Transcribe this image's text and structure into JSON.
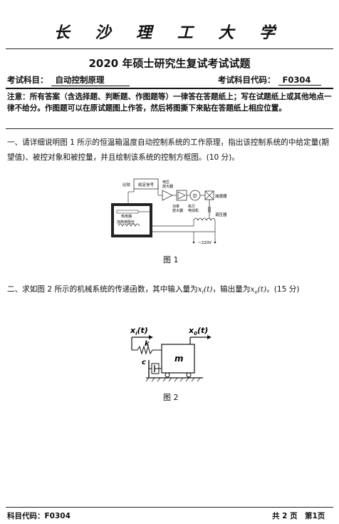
{
  "header": {
    "university": "长 沙 理 工 大 学",
    "exam_title": "2020 年硕士研究生复试考试试题",
    "subject_label": "考试科目：",
    "subject_value": "自动控制原理",
    "code_label": "考试科目代码：",
    "code_value": "F0304"
  },
  "notice": "注意：所有答案（含选择题、判断题、作图题等）一律答在答题纸上；写在试题纸上或其他地点一律不给分。作图题可以在原试题图上作答，然后将图撕下来贴在答题纸上相应位置。",
  "question1": {
    "text": "一、请详细说明图 1 所示的恒温箱温度自动控制系统的工作原理，指出该控制系统的中给定量(期望值)、被控对象和被控量，并且绘制该系统的控制方框图。(10 分)。",
    "figure_caption": "图 1",
    "figure_labels": {
      "compare": "比较",
      "setpoint": "给定信号",
      "voltage_amp": "电压\n放大器",
      "power_amp": "功率\n放大器",
      "exec_motor": "执行\n电动机",
      "reducer": "减速器",
      "thermocouple": "热电偶",
      "heater": "加热电阻丝",
      "regulator": "调压器",
      "supply": "~220V"
    }
  },
  "question2": {
    "text_before": "二、求如图 2 所示的机械系统的传递函数，其中输入量为",
    "input_symbol": "x",
    "input_sub": "i",
    "input_arg": "(t)",
    "text_mid": "，输出量为",
    "output_symbol": "x",
    "output_sub": "o",
    "output_arg": "(t)",
    "text_after": "。(15 分)",
    "figure_caption": "图 2",
    "figure_labels": {
      "input": "x",
      "input_sub": "i",
      "input_arg": "(t)",
      "output": "x",
      "output_sub": "0",
      "output_arg": "(t)",
      "spring": "k",
      "damper": "c",
      "mass": "m"
    }
  },
  "footer": {
    "code": "科目代码：F0304",
    "total": "共 2 页",
    "page": "第1页"
  }
}
